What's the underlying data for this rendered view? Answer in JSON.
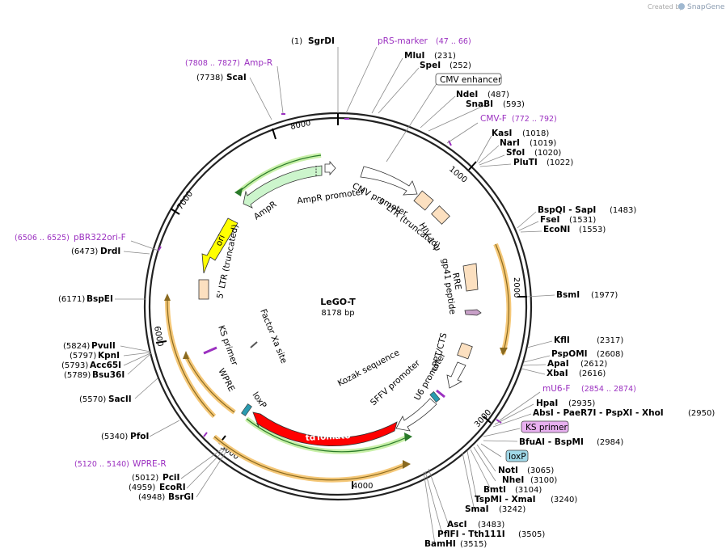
{
  "branding": {
    "created_by": "Created by",
    "product": "SnapGene"
  },
  "plasmid": {
    "name": "LeGO-T",
    "size_label": "8178 bp"
  },
  "ticks": [
    "1000",
    "2000",
    "3000",
    "4000",
    "5000",
    "6000",
    "7000",
    "8000"
  ],
  "sites": [
    {
      "pos": "(1)",
      "name": "SgrDI"
    },
    {
      "pos": "(231)",
      "name": "MluI"
    },
    {
      "pos": "(252)",
      "name": "SpeI"
    },
    {
      "pos": "(487)",
      "name": "NdeI"
    },
    {
      "pos": "(593)",
      "name": "SnaBI"
    },
    {
      "pos": "(1018)",
      "name": "KasI"
    },
    {
      "pos": "(1019)",
      "name": "NarI"
    },
    {
      "pos": "(1020)",
      "name": "SfoI"
    },
    {
      "pos": "(1022)",
      "name": "PluTI"
    },
    {
      "pos": "(1483)",
      "name": "BspQI  - SapI"
    },
    {
      "pos": "(1531)",
      "name": "FseI"
    },
    {
      "pos": "(1553)",
      "name": "EcoNI"
    },
    {
      "pos": "(1977)",
      "name": "BsmI"
    },
    {
      "pos": "(2317)",
      "name": "KflI"
    },
    {
      "pos": "(2608)",
      "name": "PspOMI"
    },
    {
      "pos": "(2612)",
      "name": "ApaI"
    },
    {
      "pos": "(2616)",
      "name": "XbaI"
    },
    {
      "pos": "(2935)",
      "name": "HpaI"
    },
    {
      "pos": "(2950)",
      "name": "AbsI  - PaeR7I  - PspXI  - XhoI"
    },
    {
      "pos": "(2984)",
      "name": "BfuAI  - BspMI"
    },
    {
      "pos": "(3065)",
      "name": "NotI"
    },
    {
      "pos": "(3100)",
      "name": "NheI"
    },
    {
      "pos": "(3104)",
      "name": "BmtI"
    },
    {
      "pos": "(3240)",
      "name": "TspMI  - XmaI"
    },
    {
      "pos": "(3242)",
      "name": "SmaI"
    },
    {
      "pos": "(3483)",
      "name": "AscI"
    },
    {
      "pos": "(3505)",
      "name": "PflFI  - Tth111I"
    },
    {
      "pos": "(3515)",
      "name": "BamHI"
    },
    {
      "pos": "(4948)",
      "name": "BsrGI"
    },
    {
      "pos": "(4959)",
      "name": "EcoRI"
    },
    {
      "pos": "(5012)",
      "name": "PciI"
    },
    {
      "pos": "(5340)",
      "name": "PfoI"
    },
    {
      "pos": "(5570)",
      "name": "SacII"
    },
    {
      "pos": "(5789)",
      "name": "Bsu36I"
    },
    {
      "pos": "(5793)",
      "name": "Acc65I"
    },
    {
      "pos": "(5797)",
      "name": "KpnI"
    },
    {
      "pos": "(5824)",
      "name": "PvuII"
    },
    {
      "pos": "(6171)",
      "name": "BspEI"
    },
    {
      "pos": "(6473)",
      "name": "DrdI"
    },
    {
      "pos": "(7738)",
      "name": "ScaI"
    }
  ],
  "primers": [
    {
      "name": "pRS-marker",
      "pos": "(47 .. 66)"
    },
    {
      "name": "CMV-F",
      "pos": "(772 .. 792)"
    },
    {
      "name": "mU6-F",
      "pos": "(2854 .. 2874)"
    },
    {
      "name": "WPRE-R",
      "pos": "(5120 .. 5140)"
    },
    {
      "name": "pBR322ori-F",
      "pos": "(6506 .. 6525)"
    },
    {
      "name": "Amp-R",
      "pos": "(7808 .. 7827)"
    }
  ],
  "boxed_labels": [
    {
      "text": "CMV enhancer"
    },
    {
      "text": "KS primer"
    },
    {
      "text": "loxP"
    }
  ],
  "features": [
    {
      "label": "AmpR promoter"
    },
    {
      "label": "AmpR"
    },
    {
      "label": "ori"
    },
    {
      "label": "5' LTR (truncated)"
    },
    {
      "label": "CMV promoter"
    },
    {
      "label": "5' LTR (truncated)"
    },
    {
      "label": "HIV-1 Ψ"
    },
    {
      "label": "RRE"
    },
    {
      "label": "gp41 peptide"
    },
    {
      "label": "cPPT/CTS"
    },
    {
      "label": "U6 promoter"
    },
    {
      "label": "SFFV promoter"
    },
    {
      "label": "Kozak sequence"
    },
    {
      "label": "tdTomato"
    },
    {
      "label": "loxP"
    },
    {
      "label": "WPRE"
    },
    {
      "label": "KS primer"
    },
    {
      "label": "Factor Xa site"
    }
  ],
  "colors": {
    "ampr_fill": "#ccf5cc",
    "ori_fill": "#ffff00",
    "tdtomato_fill": "#ff0000",
    "ltr_fill": "#fce0c0",
    "orf_ring": "#f5b84c",
    "primer": "#9b30c0",
    "loxp_fill": "#2a9bb0",
    "rre_fill": "#c8a0c8"
  }
}
